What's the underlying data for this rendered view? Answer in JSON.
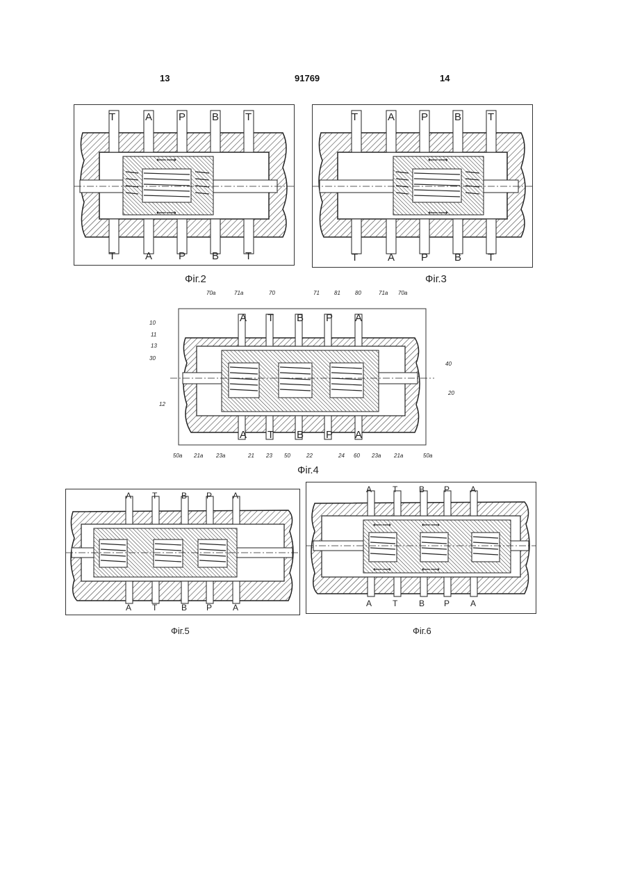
{
  "header": {
    "left_page": "13",
    "patent_no": "91769",
    "right_page": "14"
  },
  "fig2": {
    "caption": "Фіг.2",
    "ports_top": [
      "T",
      "A",
      "P",
      "B",
      "T"
    ],
    "ports_bottom": [
      "T",
      "A",
      "P",
      "B",
      "T"
    ]
  },
  "fig3": {
    "caption": "Фіг.3",
    "ports_top": [
      "T",
      "A",
      "P",
      "B",
      "T"
    ],
    "ports_bottom": [
      "T",
      "A",
      "P",
      "B",
      "T"
    ]
  },
  "fig4": {
    "caption": "Фіг.4",
    "ports_top": [
      "A",
      "T",
      "B",
      "P",
      "A"
    ],
    "ports_bottom": [
      "A",
      "T",
      "B",
      "P",
      "A"
    ],
    "refs_top": [
      "70a",
      "71a",
      "70",
      "71",
      "81",
      "80",
      "71a",
      "70a"
    ],
    "refs_left": [
      "10",
      "11",
      "13",
      "30",
      "12"
    ],
    "refs_right": [
      "40",
      "20"
    ],
    "refs_bottom": [
      "50a",
      "21a",
      "23a",
      "21",
      "23",
      "50",
      "22",
      "24",
      "60",
      "23a",
      "21a",
      "50a"
    ]
  },
  "fig5": {
    "caption": "Фіг.5",
    "ports_top": [
      "A",
      "T",
      "B",
      "P",
      "A"
    ],
    "ports_bottom": [
      "A",
      "T",
      "B",
      "P",
      "A"
    ]
  },
  "fig6": {
    "caption": "Фіг.6",
    "ports_top": [
      "A",
      "T",
      "B",
      "P",
      "A"
    ],
    "ports_bottom": [
      "A",
      "T",
      "B",
      "P",
      "A"
    ]
  }
}
